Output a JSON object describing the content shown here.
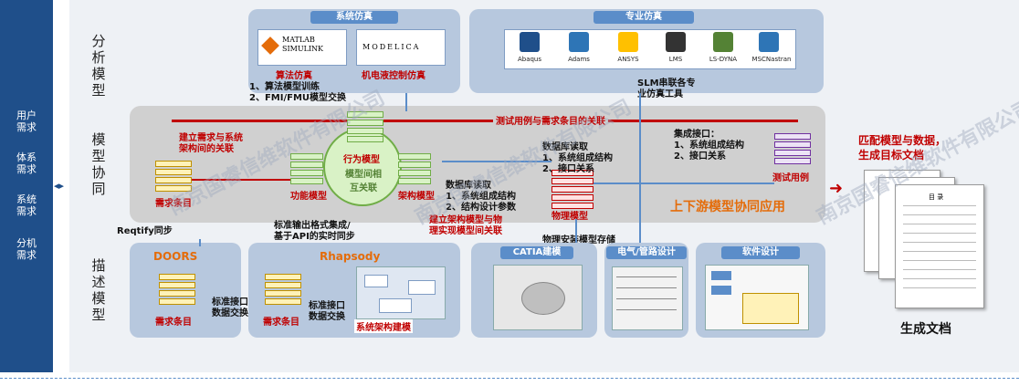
{
  "left": {
    "items": [
      "用户\n需求",
      "体系\n需求",
      "系统\n需求",
      "分机\n需求"
    ]
  },
  "layers": {
    "analysis": "分析模型",
    "collab": "模型协同",
    "desc": "描述模型"
  },
  "sysSim": {
    "title": "系统仿真",
    "matlab_logo": "MATLAB SIMULINK",
    "modelica_logo": "MODELICA",
    "l1": "算法仿真",
    "l2": "机电液控制仿真"
  },
  "proSim": {
    "title": "专业仿真",
    "tools": [
      "Abaqus",
      "Adams",
      "ANSYS",
      "LMS",
      "LS-DYNA",
      "MSCNastran"
    ]
  },
  "notes": {
    "fmi": "1、算法模型训练\n2、FMI/FMU模型交换",
    "slm": "SLM串联各专\n业仿真工具",
    "testLink": "测试用例与需求条目的关联",
    "reqSys": "建立需求与系统\n架构间的关联",
    "integration": "集成接口：\n1、系统组成结构\n2、接口关系",
    "dbRead1": "数据库读取\n1、系统组成结构\n2、接口关系",
    "dbRead2": "数据库读取\n1、系统组成结构\n2、结构设计参数",
    "archPhys": "建立架构模型与物\n理实现模型间关联",
    "reqtify": "Reqtify同步",
    "stdOut": "标准输出格式集成/\n基于API的实时同步",
    "stdIf1": "标准接口\n数据交换",
    "stdIf2": "标准接口\n数据交换",
    "physStore": "物理安装模型存储"
  },
  "collab": {
    "center1": "行为模型",
    "center2": "模型间相\n互关联",
    "req": "需求条目",
    "func": "功能模型",
    "arch": "架构模型",
    "phys": "物理模型",
    "test": "测试用例",
    "app": "上下游模型协同应用"
  },
  "bottom": {
    "doors": "DOORS",
    "doorsReq": "需求条目",
    "rhapsody": "Rhapsody",
    "rhReq": "需求条目",
    "rhArch": "系统架构建模",
    "catia": "CATIA建模",
    "elec": "电气/管路设计",
    "soft": "软件设计"
  },
  "right": {
    "match": "匹配模型与数据，\n生成目标文档",
    "gen": "生成文档",
    "docTitle": "目 录"
  },
  "watermark": "南京国睿信维软件有限公司"
}
